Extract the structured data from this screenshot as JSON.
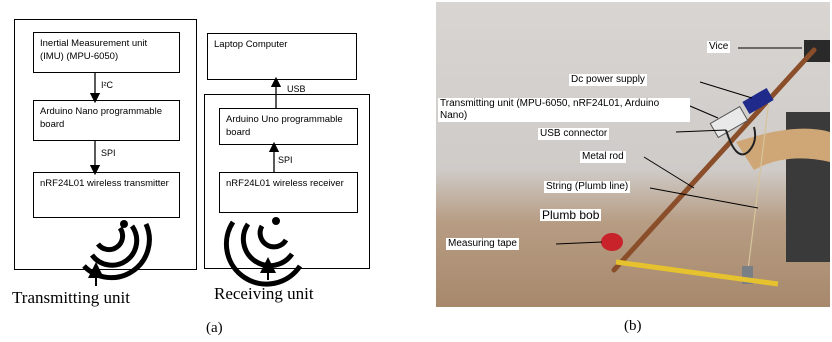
{
  "panel_a": {
    "transmitting": {
      "imu": "Inertial Measurement unit (IMU) (MPU-6050)",
      "i2c": "I²C",
      "arduino": "Arduino Nano programmable board",
      "spi": "SPI",
      "nrf": "nRF24L01 wireless transmitter",
      "caption": "Transmitting unit"
    },
    "receiving": {
      "laptop": "Laptop Computer",
      "usb": "USB",
      "arduino": "Arduino Uno programmable board",
      "spi": "SPI",
      "nrf": "nRF24L01 wireless receiver",
      "caption": "Receiving unit"
    },
    "label": "(a)"
  },
  "panel_b": {
    "labels": {
      "vice": "Vice",
      "dc_power": "Dc power supply",
      "transmitting_unit": "Transmitting unit (MPU-6050, nRF24L01, Arduino Nano)",
      "usb_connector": "USB connector",
      "metal_rod": "Metal rod",
      "string": "String (Plumb line)",
      "plumb_bob": "Plumb bob",
      "measuring_tape": "Measuring tape"
    },
    "label": "(b)"
  }
}
